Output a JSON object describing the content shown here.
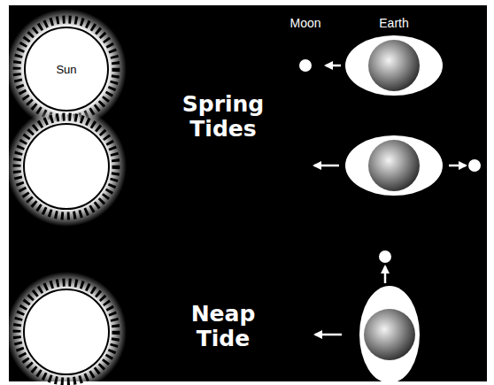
{
  "diagram": {
    "nodes": [
      {
        "text": [
          "Sun"
        ]
      },
      {
        "text": [
          "Moon"
        ]
      },
      {
        "text": [
          "Earth"
        ]
      }
    ],
    "edges": [
      {
        "from": 2,
        "to": 1,
        "arrow": "to"
      }
    ],
    "labels": [
      "Spring Tides",
      "Neap Tide"
    ]
  }
}
